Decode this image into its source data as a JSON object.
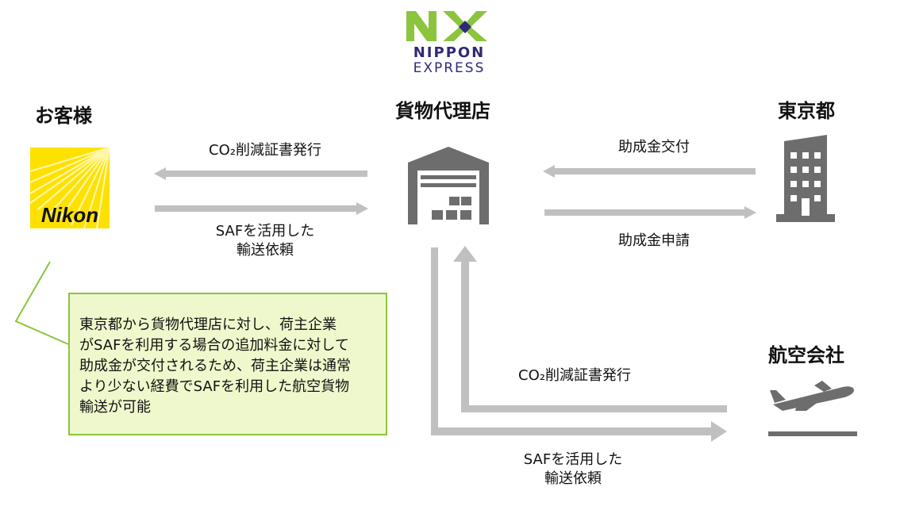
{
  "logo": {
    "wordmark_line1": "NIPPON",
    "wordmark_line2": "EXPRESS",
    "mark_text": "NX",
    "green": "#8cc43e",
    "navy": "#2e2a78"
  },
  "nodes": {
    "customer": {
      "title": "お客様",
      "logo_text": "Nikon",
      "logo_color": "#ffe100"
    },
    "forwarder": {
      "title": "貨物代理店",
      "icon": "warehouse-icon"
    },
    "tokyo": {
      "title": "東京都",
      "icon": "building-icon"
    },
    "airline": {
      "title": "航空会社",
      "icon": "airplane-icon"
    }
  },
  "labels": {
    "co2_top": "CO₂削減証書発行",
    "saf_top_line1": "SAFを活用した",
    "saf_top_line2": "輸送依頼",
    "subsidy_grant": "助成金交付",
    "subsidy_apply": "助成金申請",
    "co2_bottom": "CO₂削減証書発行",
    "saf_bottom_line1": "SAFを活用した",
    "saf_bottom_line2": "輸送依頼"
  },
  "note": {
    "lines": [
      "東京都から貨物代理店に対し、荷主企業",
      "がSAFを利用する場合の追加料金に対して",
      "助成金が交付されるため、荷主企業は通常",
      "より少ない経費でSAFを利用した航空貨物",
      "輸送が可能"
    ]
  },
  "colors": {
    "arrow": "#c0c0c0",
    "icon": "#6d6d6d",
    "note_bg": "#eff8cc",
    "note_border": "#8cc43e"
  }
}
